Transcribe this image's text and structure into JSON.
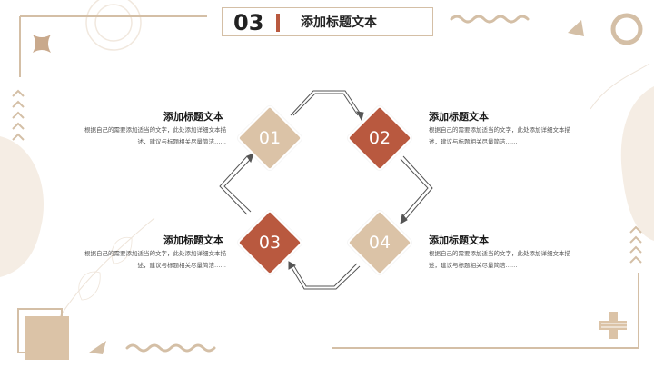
{
  "header": {
    "number": "03",
    "title": "添加标题文本"
  },
  "steps": [
    {
      "label": "01",
      "title": "添加标题文本",
      "body": "根据自己的需要添加适当的文字，此处添加详细文本描述，建议与标题相关尽量简洁……"
    },
    {
      "label": "02",
      "title": "添加标题文本",
      "body": "根据自己的需要添加适当的文字，此处添加详细文本描述，建议与标题相关尽量简洁……"
    },
    {
      "label": "03",
      "title": "添加标题文本",
      "body": "根据自己的需要添加适当的文字，此处添加详细文本描述，建议与标题相关尽量简洁……"
    },
    {
      "label": "04",
      "title": "添加标题文本",
      "body": "根据自己的需要添加适当的文字，此处添加详细文本描述，建议与标题相关尽量简洁……"
    }
  ],
  "colors": {
    "accent_tan": "#dbc3a7",
    "accent_rust": "#b9593f",
    "line_beige": "#d4bfa6"
  }
}
